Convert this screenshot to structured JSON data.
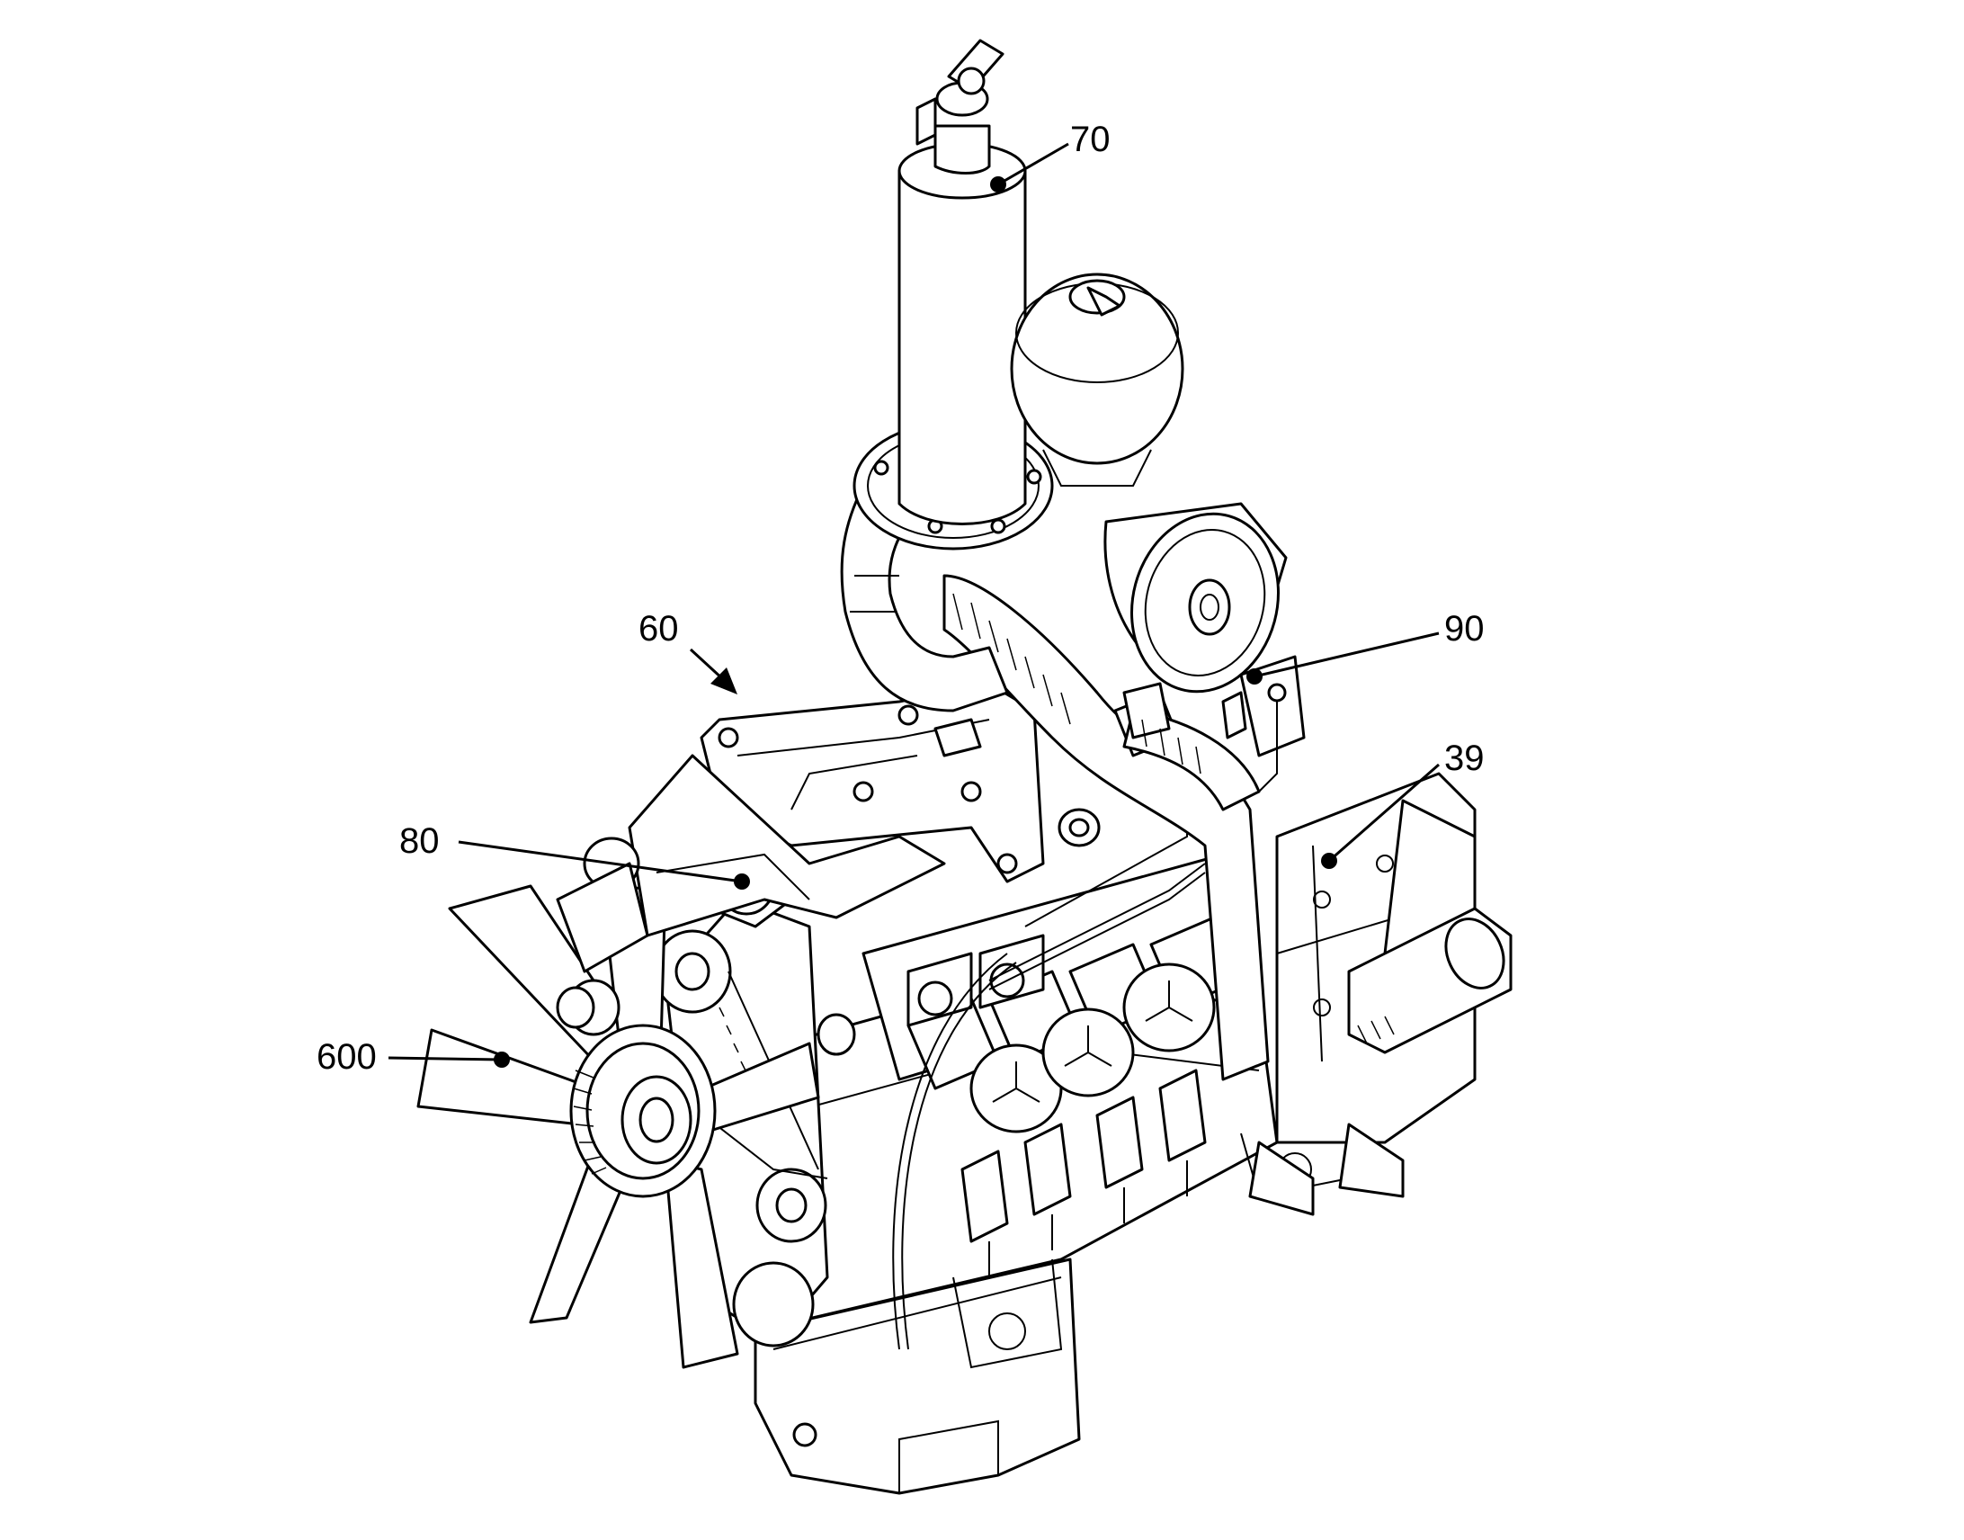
{
  "diagram": {
    "callouts": [
      {
        "id": "70",
        "label": "70"
      },
      {
        "id": "60",
        "label": "60"
      },
      {
        "id": "90",
        "label": "90"
      },
      {
        "id": "39",
        "label": "39"
      },
      {
        "id": "80",
        "label": "80"
      },
      {
        "id": "600",
        "label": "600"
      }
    ]
  }
}
